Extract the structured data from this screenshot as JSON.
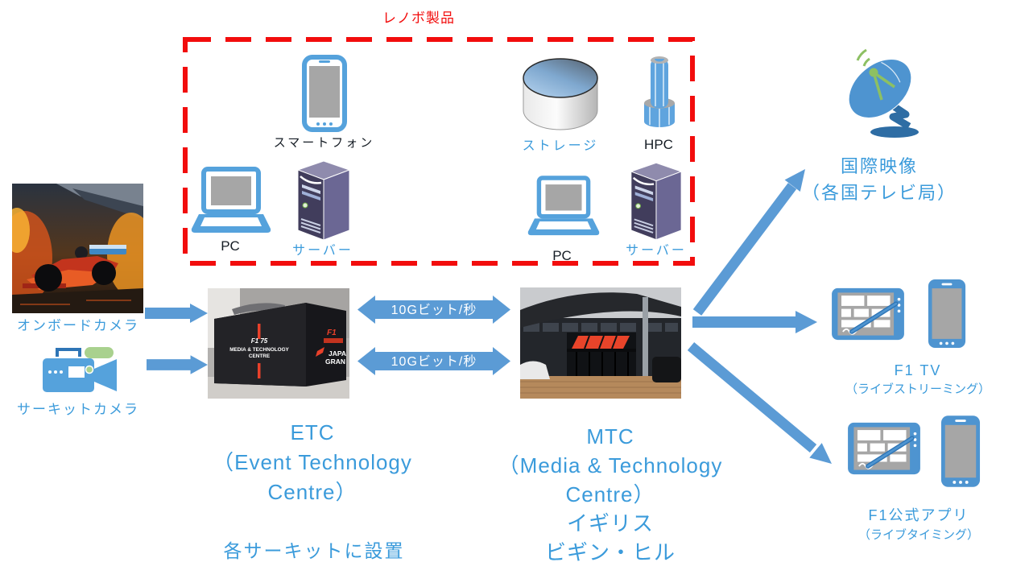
{
  "lenovo": {
    "title": "レノボ製品",
    "smartphone_label": "スマートフォン",
    "storage_label": "ストレージ",
    "hpc_label": "HPC",
    "pc1_label": "PC",
    "server1_label": "サーバー",
    "pc2_label": "PC",
    "server2_label": "サーバー"
  },
  "sources": {
    "onboard_camera_label": "オンボードカメラ",
    "circuit_camera_label": "サーキットカメラ"
  },
  "etc_photo": {
    "logo": "F1 75",
    "line1": "MEDIA & TECHNOLOGY",
    "line2": "CENTRE",
    "right_logo": "F1",
    "right_line1": "JAPA",
    "right_line2": "GRAN"
  },
  "links": {
    "uplink": "10Gビット/秒",
    "downlink": "10Gビット/秒"
  },
  "etc": {
    "title": "ETC",
    "subtitle1": "（Event Technology",
    "subtitle2": "Centre）",
    "note": "各サーキットに設置"
  },
  "mtc": {
    "title": "MTC",
    "subtitle1": "（Media & Technology",
    "subtitle2": "Centre）",
    "location1": "イギリス",
    "location2": "ビギン・ヒル"
  },
  "outputs": {
    "international1": "国際映像",
    "international2": "（各国テレビ局）",
    "f1tv1": "F1 TV",
    "f1tv2": "（ライブストリーミング）",
    "f1app1": "F1公式アプリ",
    "f1app2": "（ライブタイミング）"
  },
  "colors": {
    "accent_blue": "#5B9BD5",
    "icon_blue": "#55A2DC",
    "text_blue": "#3B9BDB",
    "lenovo_red": "#F20D0D",
    "green": "#A9D18E",
    "server_purple": "#413D5C"
  }
}
